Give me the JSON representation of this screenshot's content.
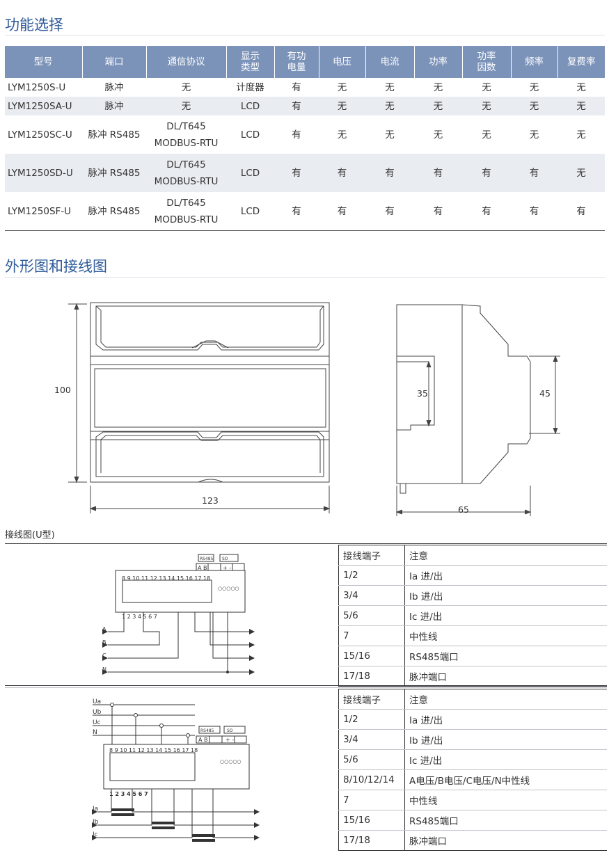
{
  "sections": {
    "function_title": "功能选择",
    "outline_title": "外形图和接线图",
    "wiring_caption": "接线图(U型)"
  },
  "function_table": {
    "headers": [
      "型号",
      "端口",
      "通信协议",
      "显示\n类型",
      "有功\n电量",
      "电压",
      "电流",
      "功率",
      "功率\n因数",
      "频率",
      "复费率"
    ],
    "rows": [
      [
        "LYM1250S-U",
        "脉冲",
        "无",
        "计度器",
        "有",
        "无",
        "无",
        "无",
        "无",
        "无",
        "无"
      ],
      [
        "LYM1250SA-U",
        "脉冲",
        "无",
        "LCD",
        "有",
        "无",
        "无",
        "无",
        "无",
        "无",
        "无"
      ],
      [
        "LYM1250SC-U",
        "脉冲  RS485",
        "DL/T645\nMODBUS-RTU",
        "LCD",
        "有",
        "无",
        "无",
        "无",
        "无",
        "无",
        "无"
      ],
      [
        "LYM1250SD-U",
        "脉冲  RS485",
        "DL/T645\nMODBUS-RTU",
        "LCD",
        "有",
        "有",
        "有",
        "有",
        "有",
        "有",
        "无"
      ],
      [
        "LYM1250SF-U",
        "脉冲  RS485",
        "DL/T645\nMODBUS-RTU",
        "LCD",
        "有",
        "有",
        "有",
        "有",
        "有",
        "有",
        "有"
      ]
    ]
  },
  "dimensions": {
    "height": "100",
    "width": "123",
    "depth": "65",
    "inner_a": "35",
    "inner_b": "45"
  },
  "wiring1": {
    "header": [
      "接线端子",
      "注意"
    ],
    "rows": [
      [
        "1/2",
        "Ia 进/出"
      ],
      [
        "3/4",
        "Ib 进/出"
      ],
      [
        "5/6",
        "Ic 进/出"
      ],
      [
        "7",
        "中性线"
      ],
      [
        "15/16",
        "RS485端口"
      ],
      [
        "17/18",
        "脉冲端口"
      ]
    ],
    "diagram": {
      "rs485_label": "RS485",
      "so_label": "SO",
      "ab_labels": "A  B",
      "pm_labels": "+  -",
      "top_terminals": "8  9  10  11  12  13  14  15  16  17  18",
      "bottom_terminals": "1    2    3    4    5    6    7",
      "lines": [
        "A",
        "B",
        "C",
        "N"
      ]
    }
  },
  "wiring2": {
    "header": [
      "接线端子",
      "注意"
    ],
    "rows": [
      [
        "1/2",
        "Ia  进/出"
      ],
      [
        "3/4",
        "Ib  进/出"
      ],
      [
        "5/6",
        "Ic  进/出"
      ],
      [
        "8/10/12/14",
        " A电压/B电压/C电压/N中性线"
      ],
      [
        "7",
        "中性线"
      ],
      [
        "15/16",
        "RS485端口"
      ],
      [
        "17/18",
        "脉冲端口"
      ]
    ],
    "diagram": {
      "voltage_lines": [
        "Ua",
        "Ub",
        "Uc",
        "N"
      ],
      "current_lines": [
        "Ia",
        "Ib",
        "Ic"
      ],
      "rs485_label": "RS485",
      "so_label": "SO",
      "ab_labels": "A  B",
      "pm_labels": "+  -",
      "top_terminals": "8  9  10  11  12  13  14  15  16  17  18",
      "bottom_terminals": "1    2    3    4    5    6    7"
    }
  }
}
